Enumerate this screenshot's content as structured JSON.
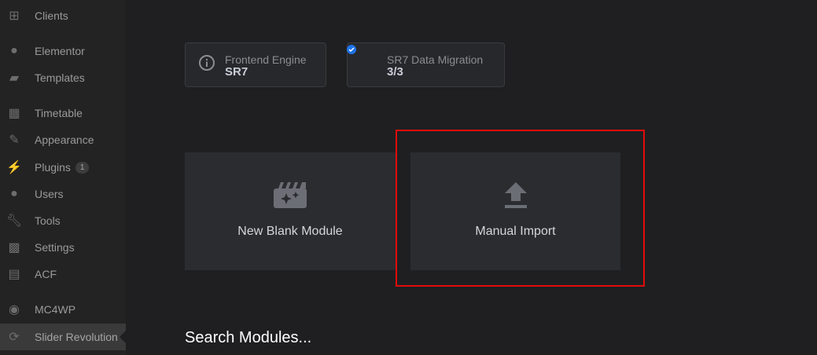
{
  "sidebar": {
    "items": [
      {
        "label": "Clients",
        "icon": "grid-icon"
      },
      {
        "label": "Elementor",
        "icon": "elementor-icon"
      },
      {
        "label": "Templates",
        "icon": "folder-icon"
      },
      {
        "label": "Timetable",
        "icon": "calendar-icon"
      },
      {
        "label": "Appearance",
        "icon": "paintbrush-icon"
      },
      {
        "label": "Plugins",
        "icon": "plug-icon",
        "badge": "1"
      },
      {
        "label": "Users",
        "icon": "user-icon"
      },
      {
        "label": "Tools",
        "icon": "wrench-icon"
      },
      {
        "label": "Settings",
        "icon": "settings-icon"
      },
      {
        "label": "ACF",
        "icon": "acf-icon"
      },
      {
        "label": "MC4WP",
        "icon": "mc4wp-icon"
      },
      {
        "label": "Slider Revolution",
        "icon": "refresh-icon",
        "active": true
      }
    ]
  },
  "status": {
    "engine_title": "Frontend Engine",
    "engine_value": "SR7",
    "migration_title": "SR7 Data Migration",
    "migration_value": "3/3"
  },
  "tiles": {
    "new_blank": "New Blank Module",
    "manual_import": "Manual Import"
  },
  "search": {
    "label": "Search Modules..."
  },
  "colors": {
    "highlight": "#e30b0b",
    "check": "#1e73e8"
  }
}
